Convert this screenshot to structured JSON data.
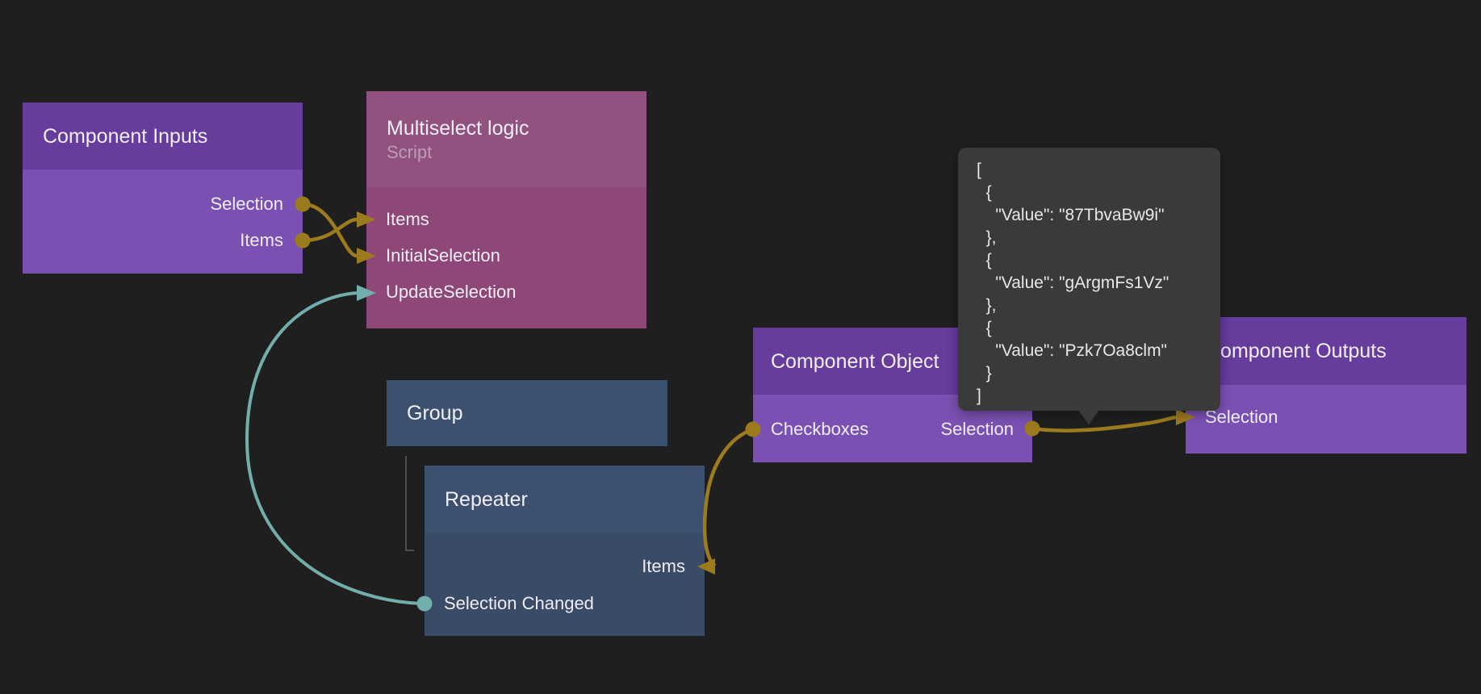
{
  "app": {
    "kind": "node-graph-editor"
  },
  "colors": {
    "background": "#1f1f1f",
    "purple_header": "#663c9c",
    "purple_body": "#7a51b2",
    "maroon_header": "#92527f",
    "maroon_body": "#8d4877",
    "navy_header": "#3c5170",
    "navy_body": "#394b66",
    "wire_gold": "#9c7a1e",
    "wire_teal": "#72aeab",
    "tooltip_background": "#3a3a3a",
    "hierarchy_line": "#4f4f4f",
    "text_primary": "#f2eff6",
    "text_muted": "rgba(255,255,255,0.42)"
  },
  "nodes": {
    "component_inputs": {
      "title": "Component Inputs",
      "ports": {
        "selection": "Selection",
        "items": "Items"
      }
    },
    "multiselect_logic": {
      "title": "Multiselect logic",
      "subtitle": "Script",
      "ports": {
        "items": "Items",
        "initial_selection": "InitialSelection",
        "update_selection": "UpdateSelection"
      }
    },
    "group": {
      "title": "Group"
    },
    "repeater": {
      "title": "Repeater",
      "ports": {
        "items": "Items",
        "selection_changed": "Selection Changed"
      }
    },
    "component_object": {
      "title": "Component Object",
      "ports": {
        "checkboxes": "Checkboxes",
        "selection": "Selection"
      }
    },
    "component_outputs": {
      "title": "Component Outputs",
      "ports": {
        "selection": "Selection"
      }
    }
  },
  "tooltip": {
    "text": "[\n  {\n    \"Value\": \"87TbvaBw9i\"\n  },\n  {\n    \"Value\": \"gArgmFs1Vz\"\n  },\n  {\n    \"Value\": \"Pzk7Oa8clm\"\n  }\n]",
    "values": [
      "87TbvaBw9i",
      "gArgmFs1Vz",
      "Pzk7Oa8clm"
    ]
  }
}
